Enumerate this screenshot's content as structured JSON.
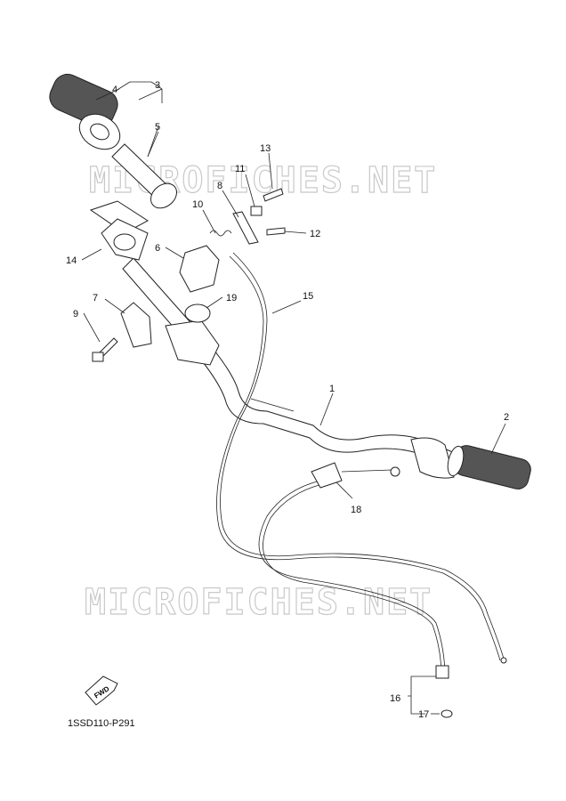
{
  "watermark": "MICROFICHES.NET",
  "diagram_code": "1SSD110-P291",
  "fwd_label": "FWD",
  "callouts": {
    "p1": "1",
    "p2": "2",
    "p3": "3",
    "p4": "4",
    "p5": "5",
    "p6": "6",
    "p7": "7",
    "p8": "8",
    "p9": "9",
    "p10": "10",
    "p11": "11",
    "p12": "12",
    "p13": "13",
    "p14": "14",
    "p15": "15",
    "p16": "16",
    "p17": "17",
    "p18": "18",
    "p19": "19"
  }
}
